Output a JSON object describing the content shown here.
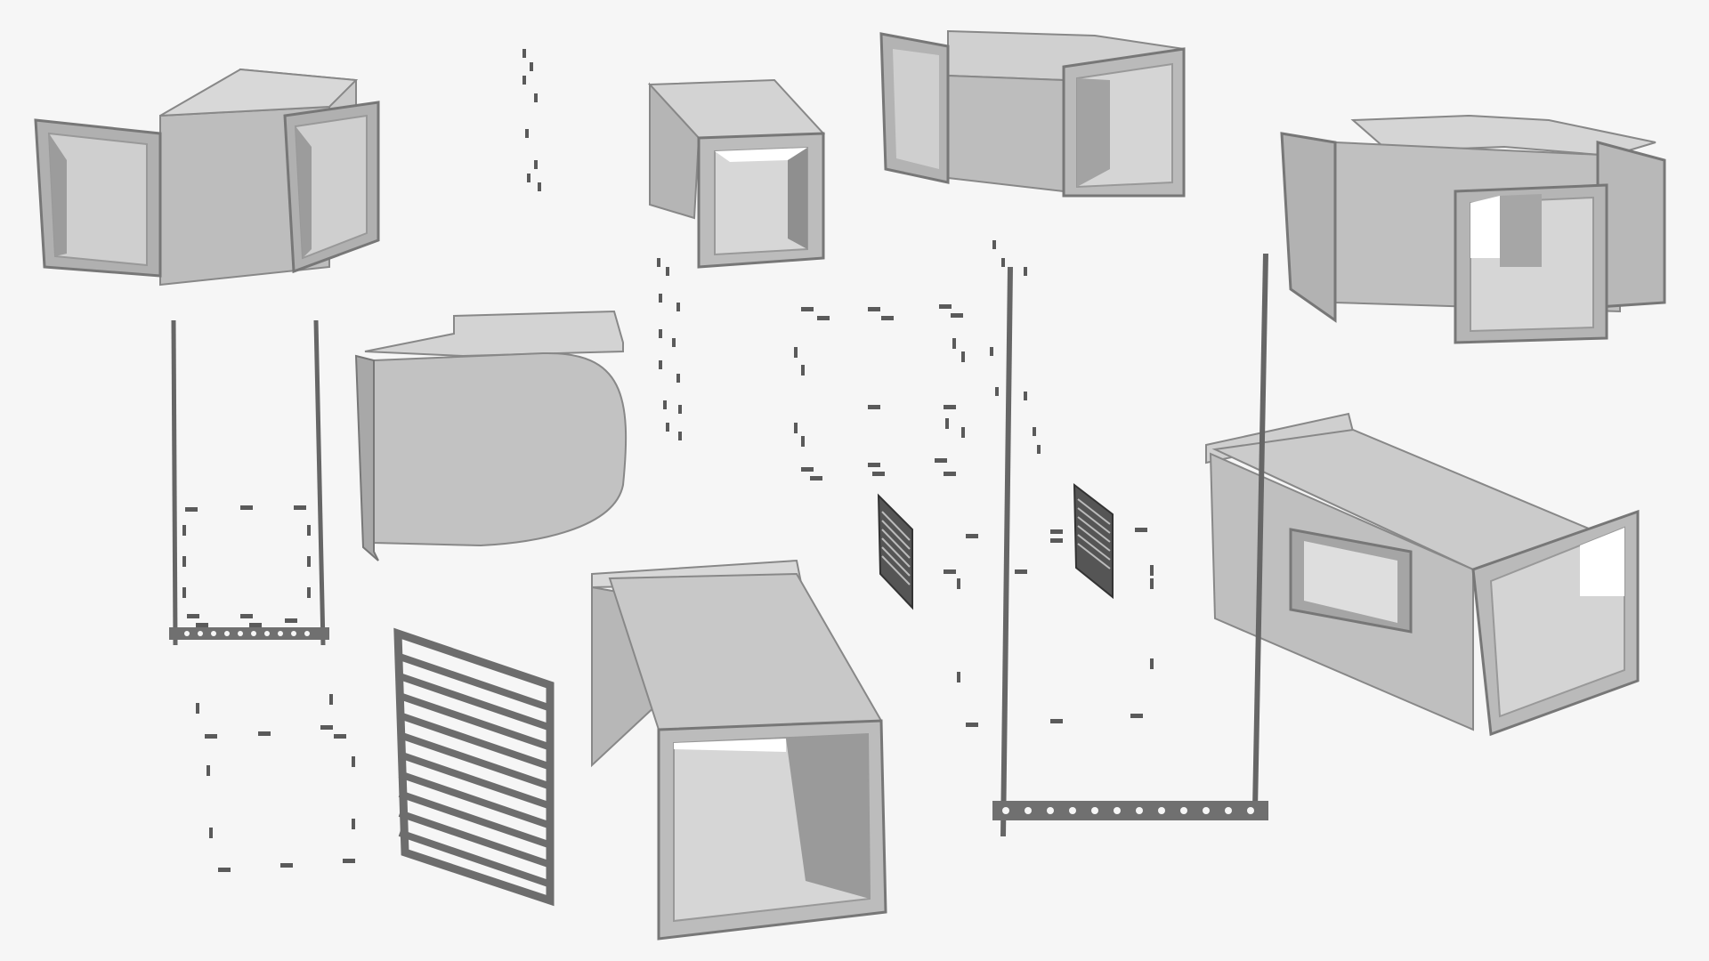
{
  "colors": {
    "background": "#f6f6f6",
    "metal_light": "#d2d2d2",
    "metal_mid": "#b8b8b8",
    "metal_dark": "#9a9a9a",
    "metal_edge": "#7a7a7a",
    "hardware": "#555555"
  },
  "parts": [
    {
      "name": "cross-tee-duct",
      "icon": "duct-cross"
    },
    {
      "name": "short-straight-duct",
      "icon": "duct-straight"
    },
    {
      "name": "offset-duct",
      "icon": "duct-offset"
    },
    {
      "name": "four-way-cross-duct",
      "icon": "duct-cross-four"
    },
    {
      "name": "radius-elbow-duct",
      "icon": "duct-elbow"
    },
    {
      "name": "long-straight-duct",
      "icon": "duct-straight-long"
    },
    {
      "name": "duct-with-side-opening",
      "icon": "duct-tap"
    },
    {
      "name": "louvered-grille",
      "icon": "grille"
    },
    {
      "name": "small-grille",
      "icon": "grille-small"
    },
    {
      "name": "threaded-rod-hanger",
      "icon": "hanger"
    },
    {
      "name": "bolt-set",
      "icon": "bolts"
    }
  ]
}
